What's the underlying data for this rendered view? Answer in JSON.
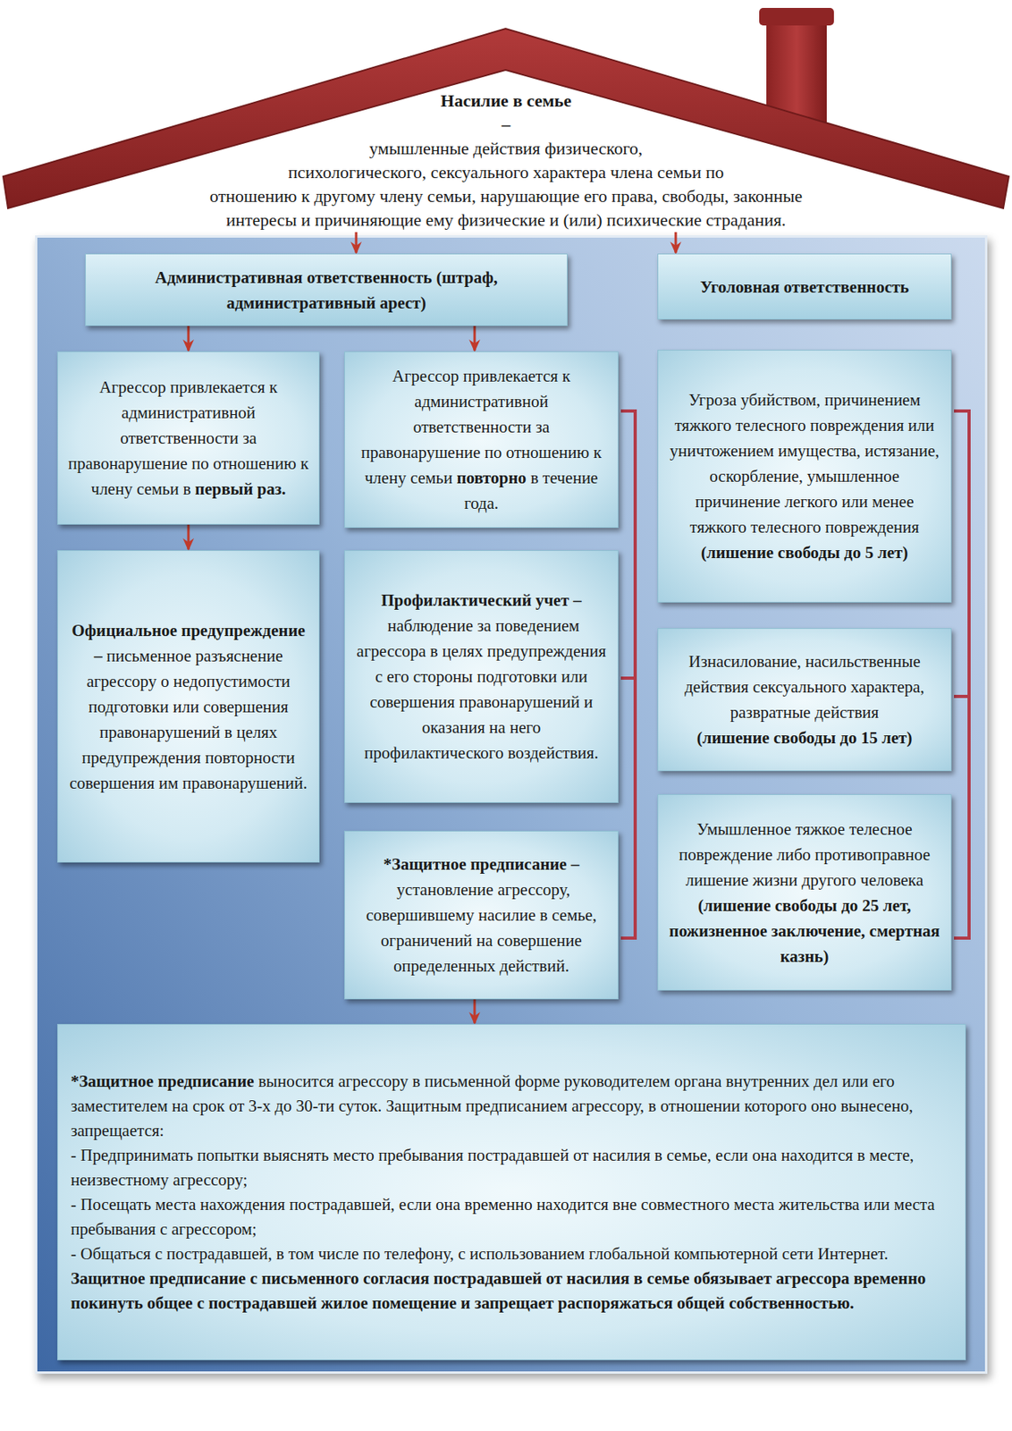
{
  "diagram": {
    "nodes": [
      {
        "text": [
          "Насилие в семье –",
          "умышленные действия физического, психологического, сексуального характера члена семьи по отношению к другому члену семьи, нарушающие его права, свободы, законные интересы и причиняющие ему физические и (или) психические страдания."
        ]
      },
      {
        "text": [
          "Административная ответственность (штраф, административный арест)"
        ]
      },
      {
        "text": [
          "Уголовная ответственность"
        ]
      },
      {
        "text": [
          "Агрессор привлекается к административной ответственности за правонарушение по отношению к члену семьи в",
          "первый раз."
        ]
      },
      {
        "text": [
          "Агрессор привлекается к административной ответственности за правонарушение по отношению к члену семьи",
          "повторно",
          "в течение года."
        ]
      },
      {
        "text": [
          "Угроза убийством, причинением тяжкого телесного повреждения или уничтожением имущества, истязание, оскорбление, умышленное причинение легкого или менее тяжкого телесного повреждения",
          "(лишение свободы до 5 лет)"
        ]
      },
      {
        "text": [
          "Официальное предупреждение –",
          "письменное разъяснение агрессору о недопустимости подготовки или совершения правонарушений в целях предупреждения повторности совершения им правонарушений."
        ]
      },
      {
        "text": [
          "Профилактический учет –",
          "наблюдение за поведением агрессора в целях предупреждения с его стороны подготовки или совершения правонарушений и оказания на него профилактического воздействия."
        ]
      },
      {
        "text": [
          "Изнасилование, насильственные действия сексуального характера, развратные действия",
          "(лишение свободы до 15 лет)"
        ]
      },
      {
        "text": [
          "*Защитное предписание –",
          "установление агрессору, совершившему насилие в семье, ограничений на совершение определенных действий."
        ]
      },
      {
        "text": [
          "Умышленное тяжкое телесное повреждение либо противоправное лишение жизни другого человека",
          "(лишение свободы до 25 лет, пожизненное заключение, смертная казнь)"
        ]
      },
      {
        "text": [
          "*Защитное предписание",
          "выносится агрессору в письменной форме руководителем органа внутренних дел или его заместителем на срок от 3-х до 30-ти суток. Защитным предписанием агрессору, в отношении которого оно вынесено, запрещается:",
          "- Предпринимать попытки выяснять место пребывания пострадавшей от насилия в семье, если она находится в месте, неизвестному агрессору;",
          "- Посещать места нахождения пострадавшей, если она временно находится вне совместного места жительства или места пребывания с агрессором;",
          "- Общаться с пострадавшей, в том числе по телефону, с использованием глобальной компьютерной сети Интернет.",
          "Защитное предписание с письменного согласия пострадавшей от насилия в семье обязывает агрессора временно покинуть общее с пострадавшей жилое помещение и запрещает распоряжаться общей собственностью."
        ]
      }
    ],
    "edges": [
      {
        "from": 0,
        "to": 1,
        "arrow": "to"
      },
      {
        "from": 0,
        "to": 2,
        "arrow": "to"
      },
      {
        "from": 1,
        "to": 3,
        "arrow": "to"
      },
      {
        "from": 1,
        "to": 4,
        "arrow": "to"
      },
      {
        "from": 3,
        "to": 6,
        "arrow": "to"
      },
      {
        "from": 9,
        "to": 11,
        "arrow": "to"
      }
    ]
  }
}
